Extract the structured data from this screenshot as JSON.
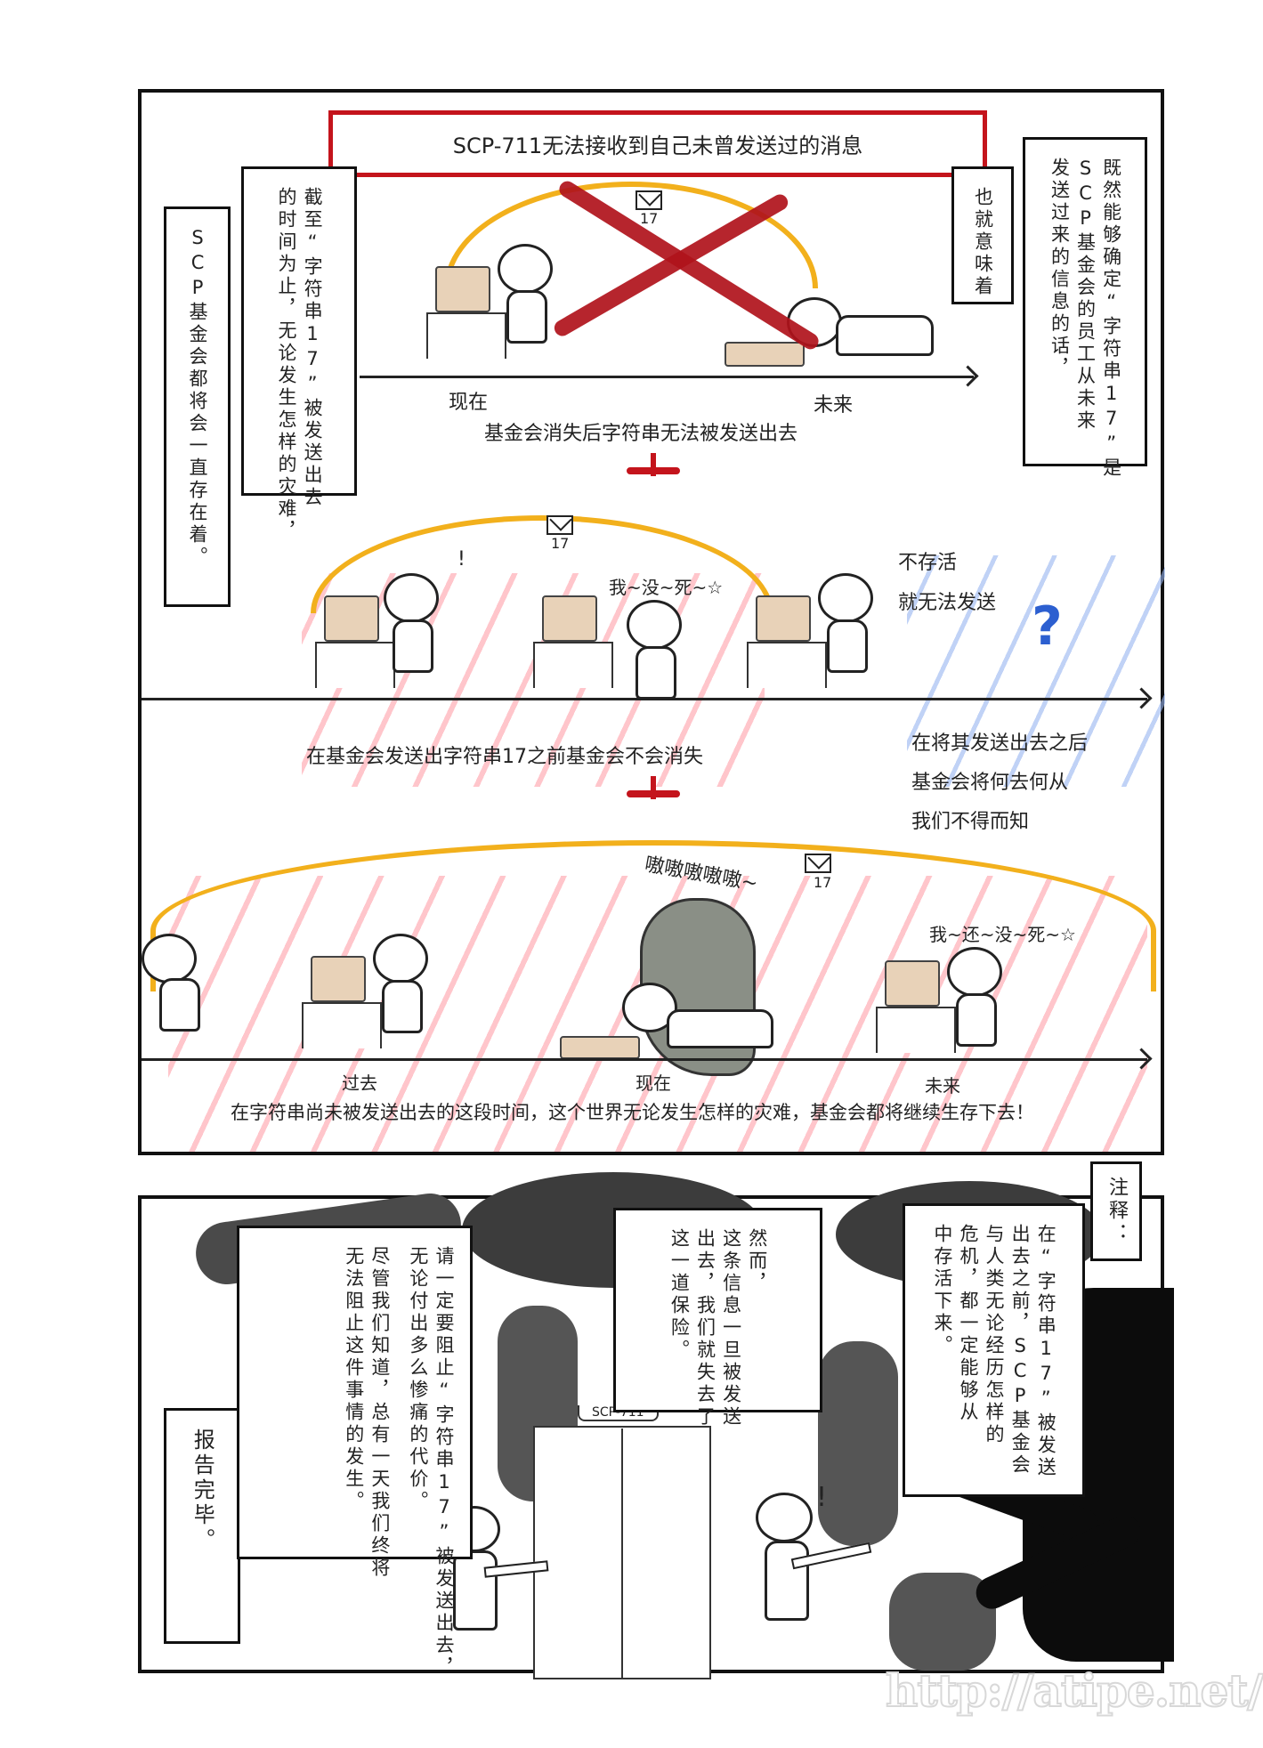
{
  "page": {
    "type": "comic-page",
    "colors": {
      "banner_border": "#c4141c",
      "arc": "#f2b01c",
      "hatch_red": "#ff96a0",
      "hatch_blue": "#96b4f0",
      "question_mark": "#2c5fd0",
      "panel_border": "#111111"
    }
  },
  "top_panel": {
    "banner": "SCP-711无法接收到自己未曾发送过的消息",
    "caption_far_left": [
      "SCP基金会都将会一直存在着。"
    ],
    "caption_left": [
      "截至“字符串17”被发送出去",
      "的时间为止，无论发生怎样的灾难，"
    ],
    "caption_mid_right": [
      "也就意味着"
    ],
    "caption_right": [
      "既然能够确定“字符串17”是",
      "SCP基金会的员工从未来",
      "发送过来的信息的话，"
    ],
    "row1": {
      "axis_labels": [
        "现在",
        "未来"
      ],
      "subtitle": "基金会消失后字符串无法被发送出去",
      "envelope_number": "17"
    },
    "row2": {
      "envelope_number": "17",
      "speech_middle": "我~没~死~☆",
      "note_lines": [
        "不存活",
        "就无法发送"
      ],
      "question_mark": "?",
      "exclaim": "!"
    },
    "row3_texts": {
      "center_caption": "在基金会发送出字符串17之前基金会不会消失",
      "right_caption": [
        "在将其发送出去之后",
        "基金会将何去何从",
        "我们不得而知"
      ]
    },
    "row4": {
      "lizard_sound": "嗷嗷嗷嗷嗷~",
      "envelope_number": "17",
      "speech_right": "我~还~没~死~☆",
      "axis_labels": [
        "过去",
        "现在",
        "未来"
      ],
      "bottom_caption": "在字符串尚未被发送出去的这段时间，这个世界无论发生怎样的灾难，基金会都将继续生存下去！"
    }
  },
  "bottom_panel": {
    "note_label": "注释：",
    "caption_note": [
      "在“字符串17”被发送",
      "出去之前，SCP基金会",
      "与人类无论经历怎样的",
      "危机，都一定能够从",
      "中存活下来。"
    ],
    "caption_however": [
      "然而，",
      "这条信息一旦被发送",
      "出去，我们就失去了",
      "这一道保险。"
    ],
    "caption_plea": [
      "请一定要阻止“字符串17”被发送出去，",
      "无论付出多么惨痛的代价。",
      "尽管我们知道，总有一天我们终将",
      "无法阻止这件事情的发生。"
    ],
    "caption_end": [
      "报告完毕。"
    ],
    "door_sign": "SCP-711",
    "exclaim": "!"
  },
  "watermark": "http://atipe.net/"
}
